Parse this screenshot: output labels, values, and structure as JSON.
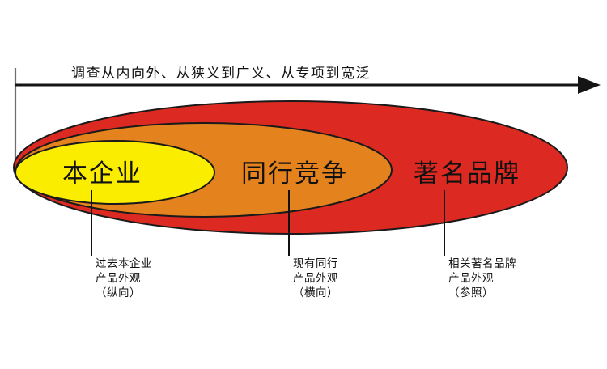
{
  "diagram": {
    "axis": {
      "caption": "调查从内向外、从狭义到广义、从专项到宽泛",
      "arrow_direction": "right"
    },
    "ellipses": [
      {
        "key": "outer",
        "label": "著名品牌",
        "fill": "#DC2A22",
        "stroke": "#1a1a1a"
      },
      {
        "key": "middle",
        "label": "同行竞争",
        "fill": "#E4821E",
        "stroke": "#1a1a1a"
      },
      {
        "key": "inner",
        "label": "本企业",
        "fill": "#FBED00",
        "stroke": "#1a1a1a"
      }
    ],
    "callouts": [
      {
        "key": "inner",
        "line1": "过去本企业",
        "line2": "产品外观",
        "line3": "（纵向）"
      },
      {
        "key": "middle",
        "line1": "现有同行",
        "line2": "产品外观",
        "line3": "（横向）"
      },
      {
        "key": "outer",
        "line1": "相关著名品牌",
        "line2": "产品外观",
        "line3": "（参照）"
      }
    ],
    "colors": {
      "background": "#FFFFFF",
      "axis_line": "#141414",
      "guide_line": "#6f6f6f",
      "leader_line": "#111111",
      "text": "#111111"
    }
  }
}
